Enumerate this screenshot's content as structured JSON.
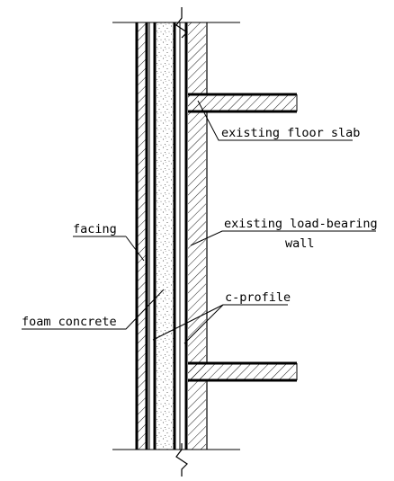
{
  "drawing": {
    "type": "wall section detail",
    "line_color": "#000000",
    "background_color": "#ffffff",
    "foam_fill_pattern": "stipple dots",
    "wall_fill_pattern": "diagonal hatch"
  },
  "labels": {
    "floor_slab": "existing floor slab",
    "load_bearing_line1": "existing load-bearing",
    "load_bearing_line2": "wall",
    "facing": "facing",
    "c_profile": "c-profile",
    "foam_concrete": "foam concrete"
  }
}
